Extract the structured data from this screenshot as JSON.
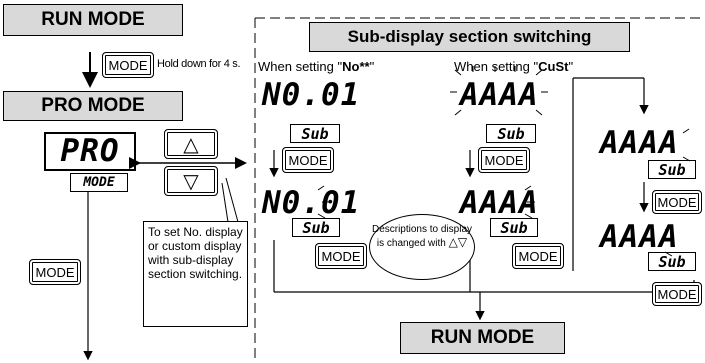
{
  "run_mode_top": "RUN MODE",
  "hold_text": "Hold down for 4 s.",
  "pro_mode": "PRO MODE",
  "pro_display": "PRO",
  "mode_sub_display": "MODE",
  "mode_key": "MODE",
  "note_text": "To set No. display or custom display with sub-display section switching.",
  "section_title": "Sub-display section switching",
  "setting_no": {
    "prefix": "When setting \"",
    "code": "No**",
    "suffix": "\""
  },
  "setting_cust": {
    "prefix": "When setting \"",
    "code": "CuSt",
    "suffix": "\""
  },
  "displays": {
    "no_first": "N0.01",
    "no_second": "N0.01",
    "cust_first": "AAAA",
    "cust_second": "AAAA",
    "cust_third": "AAAA",
    "cust_fourth": "AAAA"
  },
  "sub_label": "Sub",
  "bubble_text": "Descriptions to display is changed with",
  "run_mode_bottom": "RUN MODE"
}
